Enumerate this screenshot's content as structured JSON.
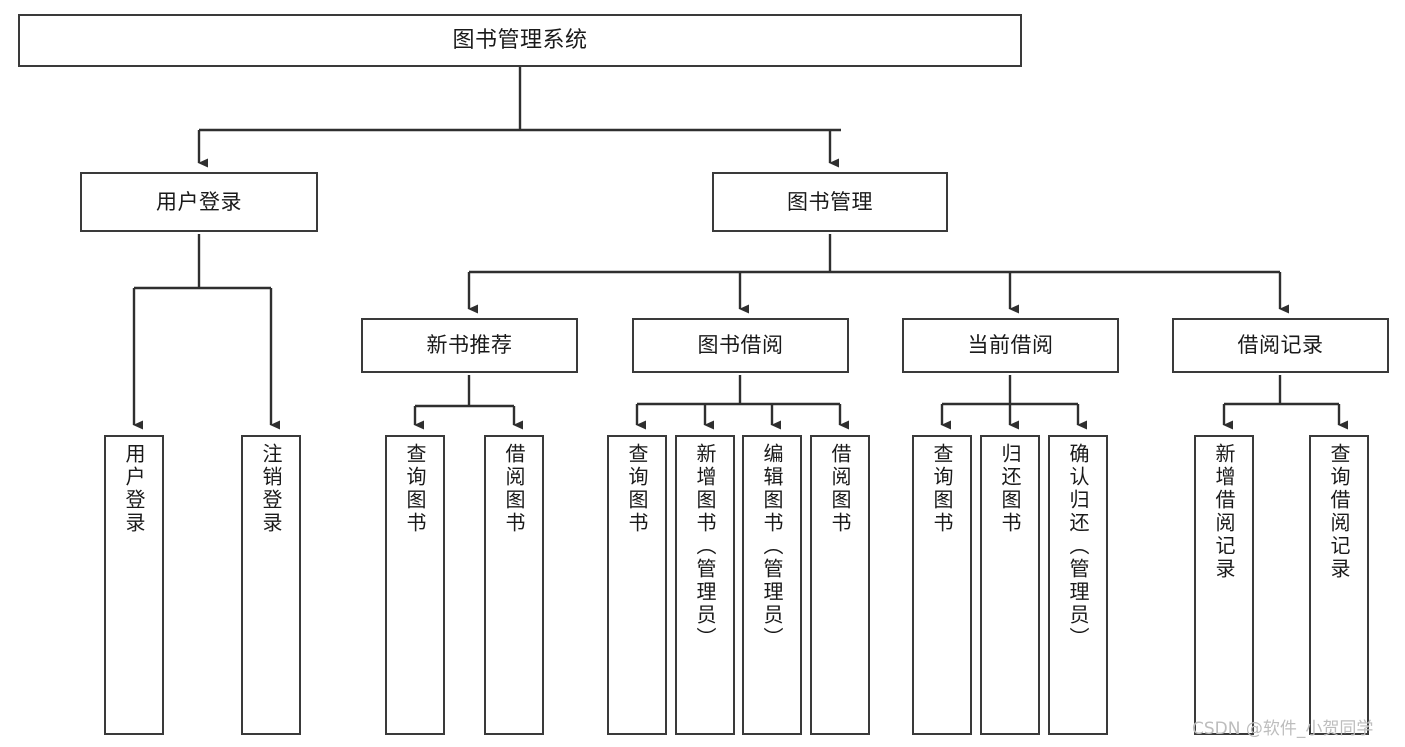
{
  "diagram": {
    "title": "图书管理系统",
    "type": "tree-hierarchy-diagram",
    "colors": {
      "box_border": "#3a3a3a",
      "box_fill": "#ffffff",
      "connector": "#2f2f2f",
      "text": "#1a1a1a",
      "watermark": "#bdbdbd",
      "background": "#ffffff"
    },
    "root": {
      "label": "图书管理系统"
    },
    "level1": [
      {
        "label": "用户登录"
      },
      {
        "label": "图书管理"
      }
    ],
    "level2": [
      {
        "label": "新书推荐"
      },
      {
        "label": "图书借阅"
      },
      {
        "label": "当前借阅"
      },
      {
        "label": "借阅记录"
      }
    ],
    "leaves": {
      "user_login": [
        {
          "label": "用户登录"
        },
        {
          "label": "注销登录"
        }
      ],
      "new_book_recommend": [
        {
          "label": "查询图书"
        },
        {
          "label": "借阅图书"
        }
      ],
      "book_borrow": [
        {
          "label": "查询图书"
        },
        {
          "label": "新增图书（管理员）"
        },
        {
          "label": "编辑图书（管理员）"
        },
        {
          "label": "借阅图书"
        }
      ],
      "current_borrow": [
        {
          "label": "查询图书"
        },
        {
          "label": "归还图书"
        },
        {
          "label": "确认归还（管理员）"
        }
      ],
      "borrow_record": [
        {
          "label": "新增借阅记录"
        },
        {
          "label": "查询借阅记录"
        }
      ]
    }
  },
  "watermark": {
    "text": "CSDN @软件_小贺同学"
  }
}
